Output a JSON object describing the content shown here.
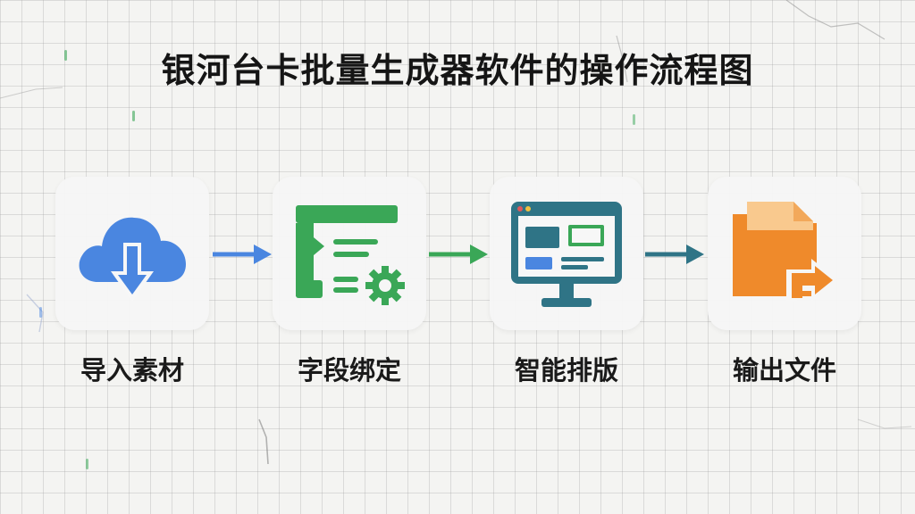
{
  "diagram": {
    "title": "银河台卡批量生成器软件的操作流程图",
    "steps": [
      {
        "label": "导入素材",
        "icon": "cloud-download-icon",
        "color": "#4a86e0"
      },
      {
        "label": "字段绑定",
        "icon": "field-mapping-gear-icon",
        "color": "#3aa757"
      },
      {
        "label": "智能排版",
        "icon": "monitor-layout-icon",
        "color": "#2f7486"
      },
      {
        "label": "输出文件",
        "icon": "file-export-icon",
        "color": "#ef8a2b"
      }
    ],
    "arrow_colors": [
      "#4a86e0",
      "#3aa757",
      "#2f7486"
    ]
  }
}
